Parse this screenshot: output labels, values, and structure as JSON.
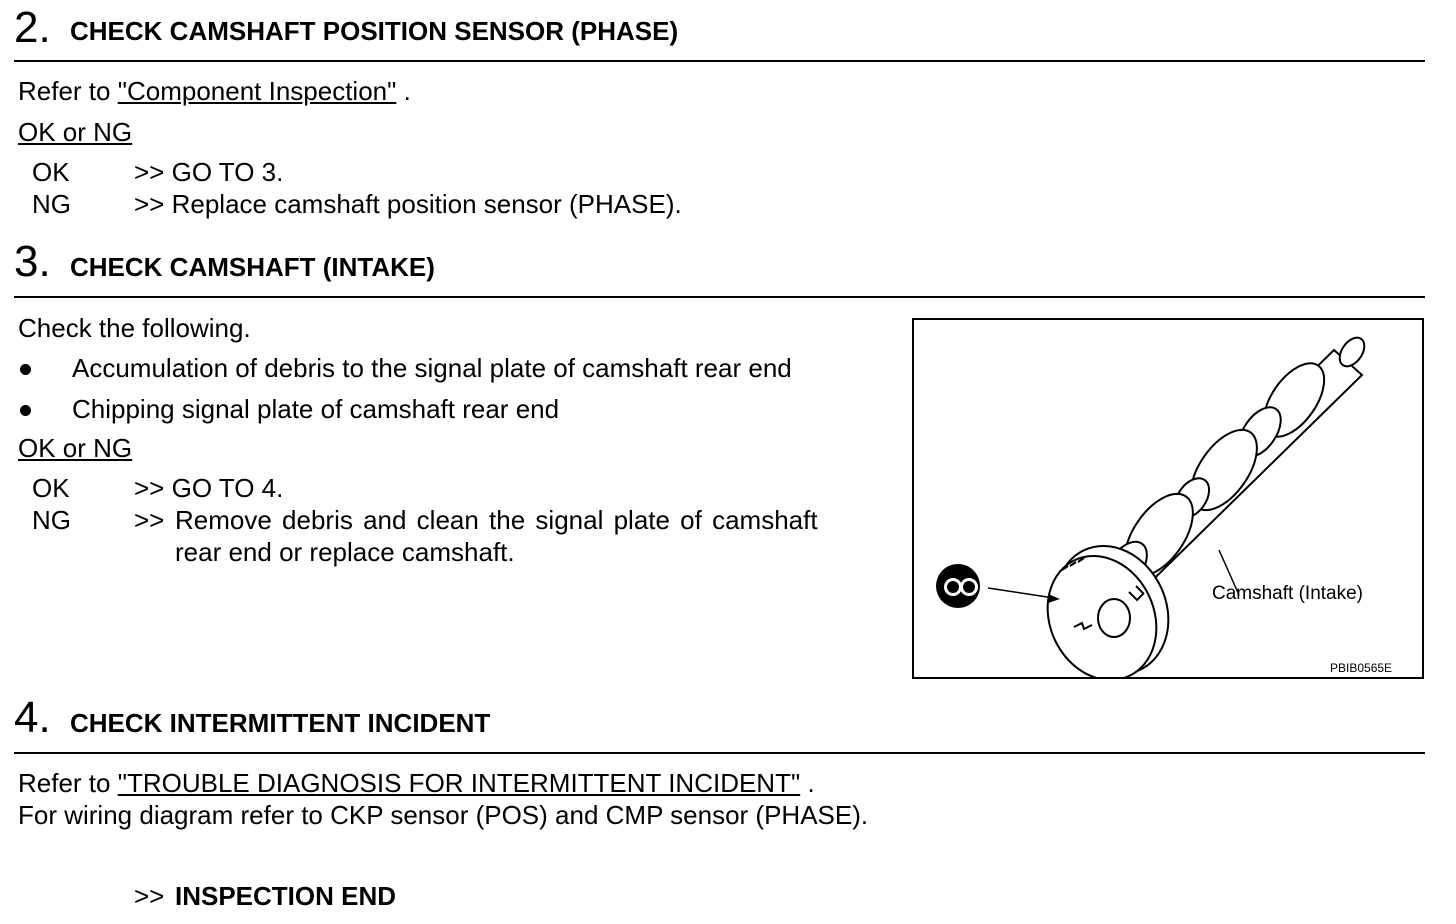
{
  "step2": {
    "number": "2.",
    "title": "CHECK CAMSHAFT POSITION SENSOR (PHASE)",
    "refer_prefix": "Refer to",
    "refer_link": "\"Component Inspection\"",
    "refer_suffix": ".",
    "ok_ng_label": "OK or NG",
    "results": [
      {
        "code": "OK",
        "action": ">> GO TO 3."
      },
      {
        "code": "NG",
        "action": ">> Replace camshaft position sensor (PHASE)."
      }
    ]
  },
  "step3": {
    "number": "3.",
    "title": "CHECK CAMSHAFT (INTAKE)",
    "intro": "Check the following.",
    "bullets": [
      "Accumulation of debris to the signal plate of camshaft rear end",
      "Chipping signal plate of camshaft rear end"
    ],
    "ok_ng_label": "OK or NG",
    "results": [
      {
        "code": "OK",
        "action": ">> GO TO 4."
      },
      {
        "code": "NG",
        "action_arrow": ">>",
        "action_line1": "Remove debris and clean the signal plate of camshaft",
        "action_line2": "rear end or replace camshaft."
      }
    ],
    "figure": {
      "caption": "Camshaft (Intake)",
      "id": "PBIB0565E",
      "symbol_icon": "inspect-eyes-icon"
    }
  },
  "step4": {
    "number": "4.",
    "title": "CHECK INTERMITTENT INCIDENT",
    "refer_prefix": "Refer to",
    "refer_link": "\"TROUBLE DIAGNOSIS FOR INTERMITTENT INCIDENT\"",
    "refer_suffix": ".",
    "wiring_note": "For wiring diagram refer to CKP sensor (POS) and CMP sensor (PHASE).",
    "end_arrow": ">>",
    "end_label": "INSPECTION END"
  }
}
